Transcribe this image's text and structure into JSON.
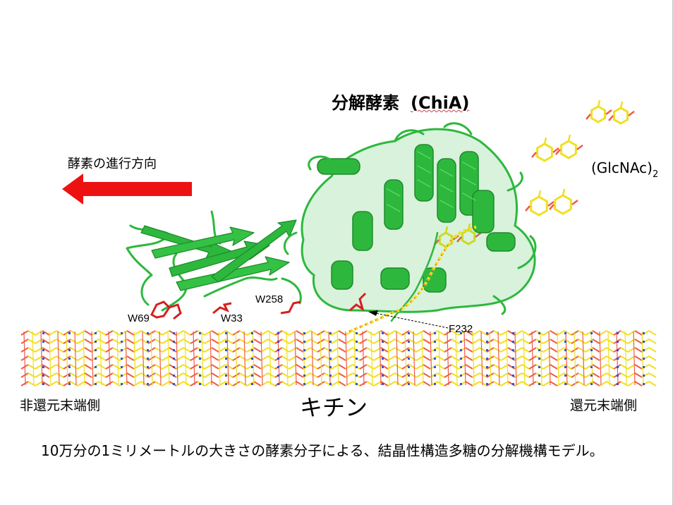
{
  "title": {
    "jp": "分解酵素",
    "en": "(ChiA)"
  },
  "direction_label": "酵素の進行方向",
  "glcnac": {
    "main": "(GlcNAc)",
    "sub": "2"
  },
  "residues": {
    "w69": "W69",
    "w33": "W33",
    "w258": "W258",
    "f232": "F232"
  },
  "ends": {
    "non_reducing": "非還元末端側",
    "reducing": "還元末端側"
  },
  "substrate_label": "キチン",
  "caption": "10万分の1ミリメートルの大きさの酵素分子による、結晶性構造多糖の分解機構モデル。",
  "colors": {
    "protein": "#2db83d",
    "protein_dark": "#1e8a2b",
    "arrow": "#ee1111",
    "residue": "#d62020",
    "sugar_c": "#f0e020",
    "sugar_o": "#f05a4a",
    "sugar_n": "#3355cc"
  }
}
